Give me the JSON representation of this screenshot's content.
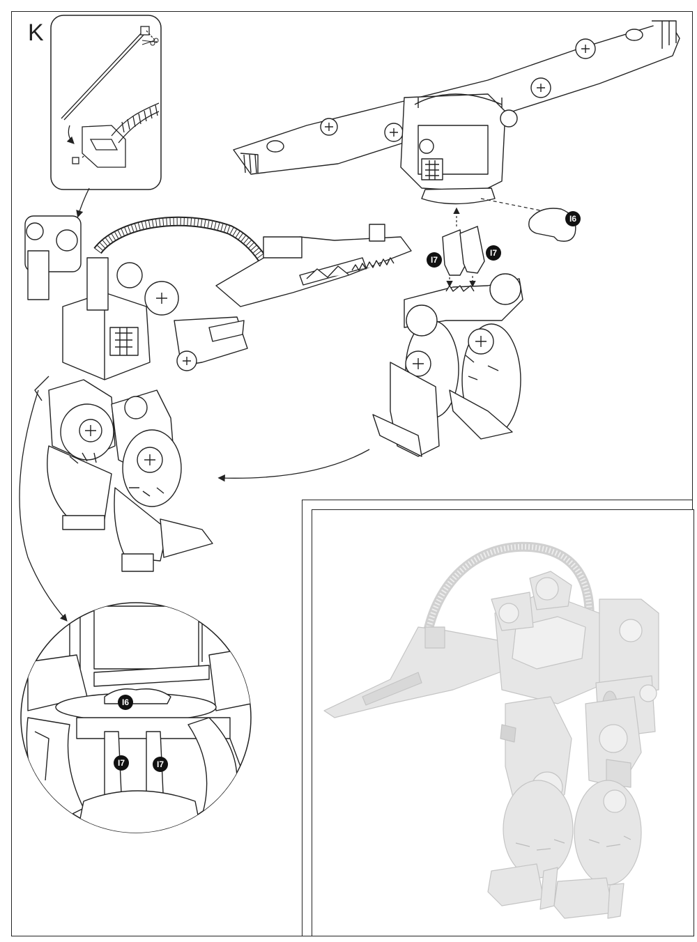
{
  "step": {
    "letter": "K"
  },
  "callouts": {
    "part_16": "I6",
    "part_17a": "I7",
    "part_17b": "I7",
    "detail_16": "I6",
    "detail_17a": "I7",
    "detail_17b": "I7"
  },
  "colors": {
    "line": "#222222",
    "photo_model": "#e4e4e4",
    "photo_shadow": "#c8c8c8",
    "callout_fill": "#111111"
  },
  "icons": [
    "zip-tie-icon",
    "scissors-icon",
    "arrow-icon"
  ]
}
